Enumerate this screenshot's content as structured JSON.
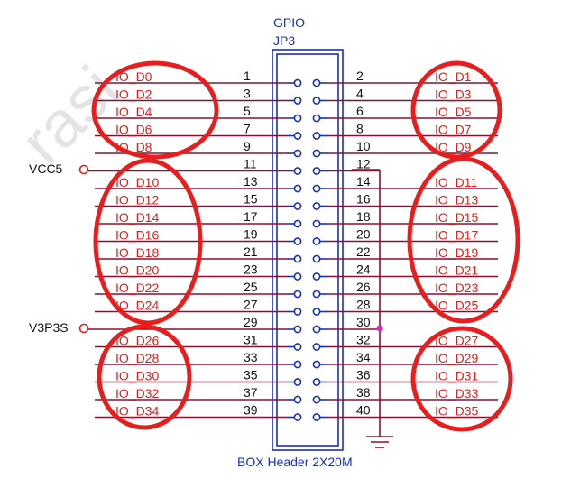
{
  "header": {
    "title": "GPIO",
    "ref": "JP3",
    "part": "BOX Header 2X20M"
  },
  "watermark": "rasi",
  "power": {
    "vcc5": "VCC5",
    "v3p3s": "V3P3S"
  },
  "left_pins": [
    {
      "num": "1",
      "signal": "IO_D0"
    },
    {
      "num": "3",
      "signal": "IO_D2"
    },
    {
      "num": "5",
      "signal": "IO_D4"
    },
    {
      "num": "7",
      "signal": "IO_D6"
    },
    {
      "num": "9",
      "signal": "IO_D8"
    },
    {
      "num": "11",
      "signal": ""
    },
    {
      "num": "13",
      "signal": "IO_D10"
    },
    {
      "num": "15",
      "signal": "IO_D12"
    },
    {
      "num": "17",
      "signal": "IO_D14"
    },
    {
      "num": "19",
      "signal": "IO_D16"
    },
    {
      "num": "21",
      "signal": "IO_D18"
    },
    {
      "num": "23",
      "signal": "IO_D20"
    },
    {
      "num": "25",
      "signal": "IO_D22"
    },
    {
      "num": "27",
      "signal": "IO_D24"
    },
    {
      "num": "29",
      "signal": ""
    },
    {
      "num": "31",
      "signal": "IO_D26"
    },
    {
      "num": "33",
      "signal": "IO_D28"
    },
    {
      "num": "35",
      "signal": "IO_D30"
    },
    {
      "num": "37",
      "signal": "IO_D32"
    },
    {
      "num": "39",
      "signal": "IO_D34"
    }
  ],
  "right_pins": [
    {
      "num": "2",
      "signal": "IO_D1"
    },
    {
      "num": "4",
      "signal": "IO_D3"
    },
    {
      "num": "6",
      "signal": "IO_D5"
    },
    {
      "num": "8",
      "signal": "IO_D7"
    },
    {
      "num": "10",
      "signal": "IO_D9"
    },
    {
      "num": "12",
      "signal": ""
    },
    {
      "num": "14",
      "signal": "IO_D11"
    },
    {
      "num": "16",
      "signal": "IO_D13"
    },
    {
      "num": "18",
      "signal": "IO_D15"
    },
    {
      "num": "20",
      "signal": "IO_D17"
    },
    {
      "num": "22",
      "signal": "IO_D19"
    },
    {
      "num": "24",
      "signal": "IO_D21"
    },
    {
      "num": "26",
      "signal": "IO_D23"
    },
    {
      "num": "28",
      "signal": "IO_D25"
    },
    {
      "num": "30",
      "signal": ""
    },
    {
      "num": "32",
      "signal": "IO_D27"
    },
    {
      "num": "34",
      "signal": "IO_D29"
    },
    {
      "num": "36",
      "signal": "IO_D31"
    },
    {
      "num": "38",
      "signal": "IO_D33"
    },
    {
      "num": "40",
      "signal": "IO_D35"
    }
  ],
  "colors": {
    "signal_text": "#e0201e",
    "wire": "#8a1030",
    "header_outline": "#1a30b8",
    "highlight_ring": "#e81e1e",
    "junction": "#e020e0"
  }
}
